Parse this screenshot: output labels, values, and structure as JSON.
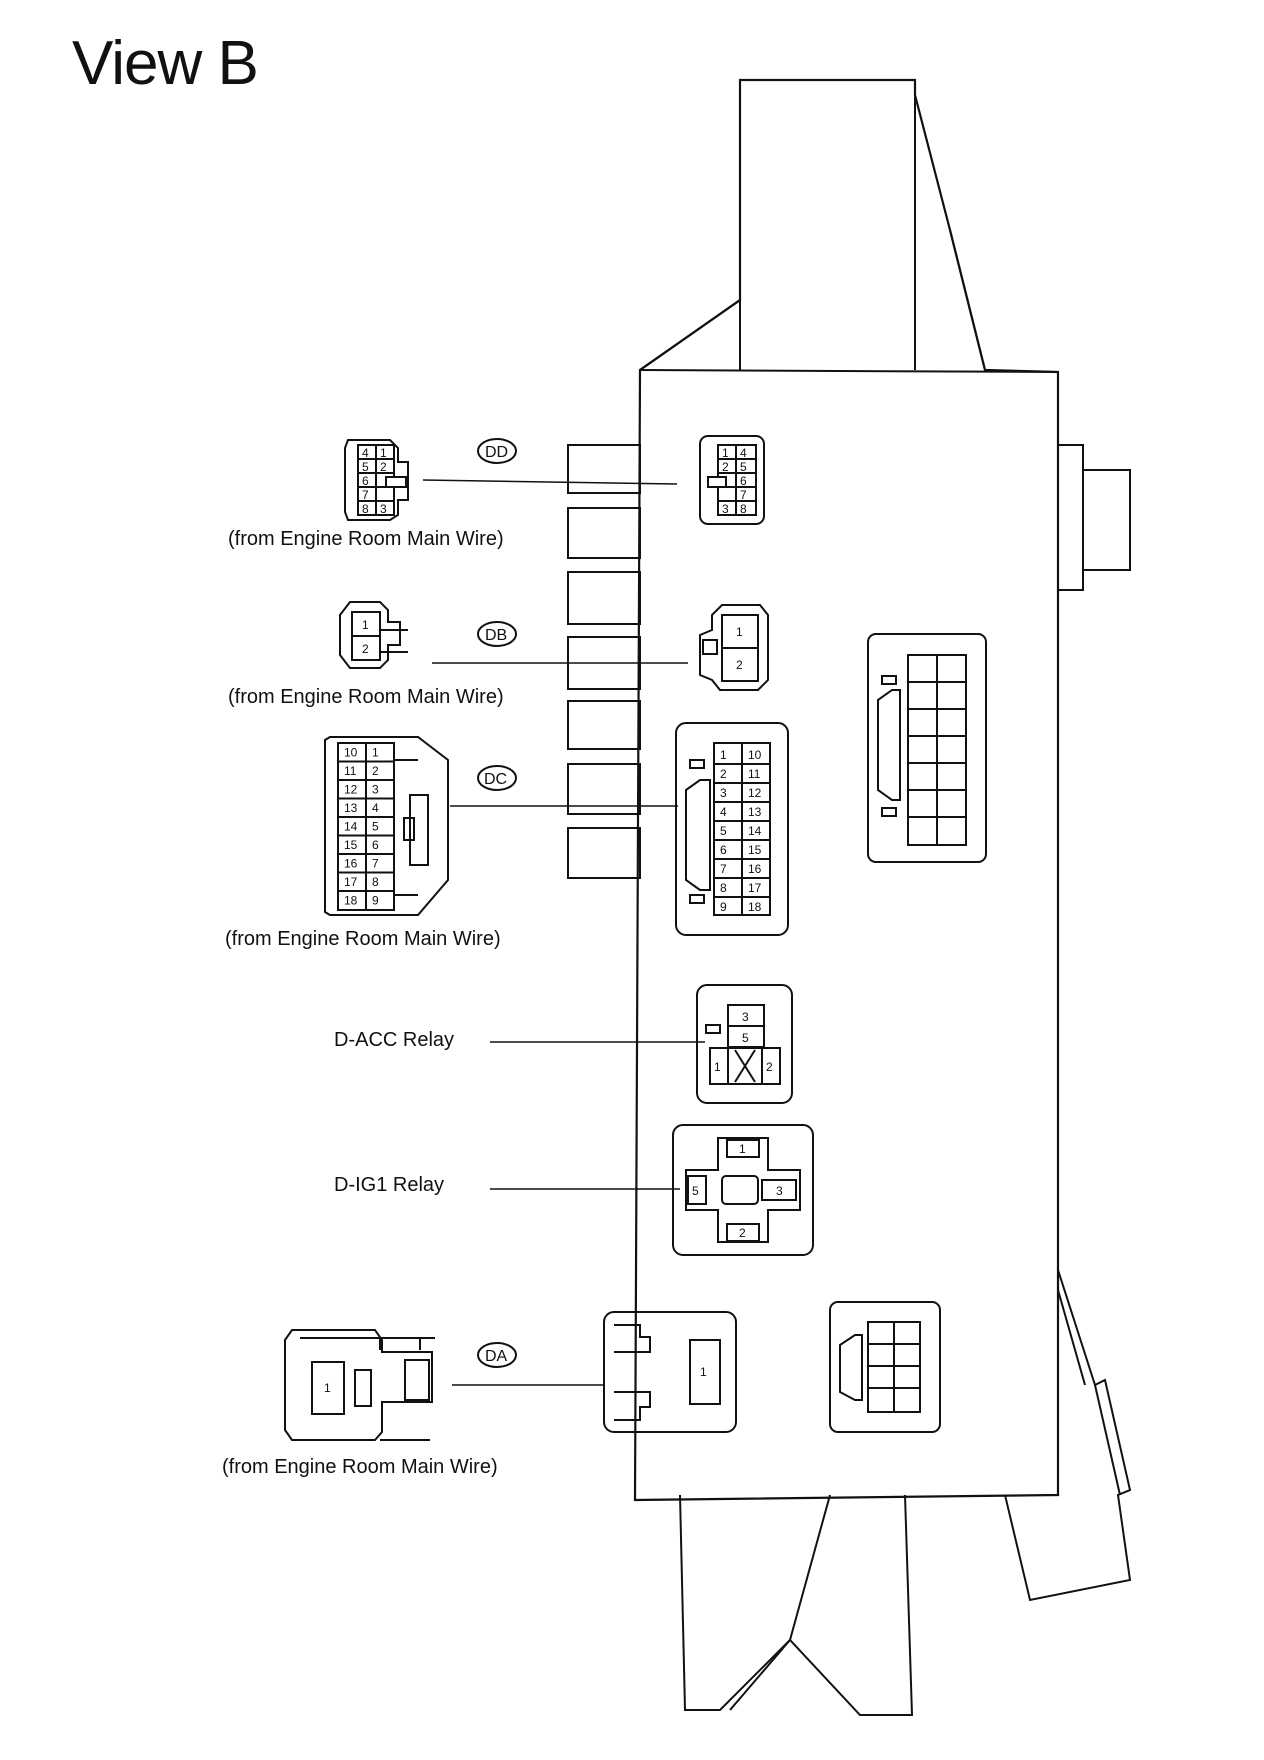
{
  "title": "View B",
  "connectors": {
    "DD": {
      "code": "DD",
      "source": "(from Engine Room Main Wire)",
      "pins_left": [
        "4",
        "5",
        "6",
        "7",
        "8"
      ],
      "pins_right": [
        "1",
        "2",
        "",
        "",
        "3"
      ],
      "box_pins_left": [
        "1",
        "2",
        "",
        "",
        "3"
      ],
      "box_pins_right": [
        "4",
        "5",
        "6",
        "7",
        "8"
      ]
    },
    "DB": {
      "code": "DB",
      "source": "(from Engine Room Main Wire)",
      "pins": [
        "1",
        "2"
      ]
    },
    "DC": {
      "code": "DC",
      "source": "(from Engine Room Main Wire)",
      "pins_left": [
        "10",
        "11",
        "12",
        "13",
        "14",
        "15",
        "16",
        "17",
        "18"
      ],
      "pins_right": [
        "1",
        "2",
        "3",
        "4",
        "5",
        "6",
        "7",
        "8",
        "9"
      ]
    },
    "DA": {
      "code": "DA",
      "source": "(from Engine Room Main Wire)",
      "pin": "1"
    }
  },
  "relays": {
    "dacc": {
      "name": "D-ACC Relay",
      "pins": [
        "3",
        "5",
        "1",
        "2"
      ]
    },
    "dig1": {
      "name": "D-IG1 Relay",
      "pins": [
        "1",
        "5",
        "3",
        "2"
      ]
    }
  }
}
